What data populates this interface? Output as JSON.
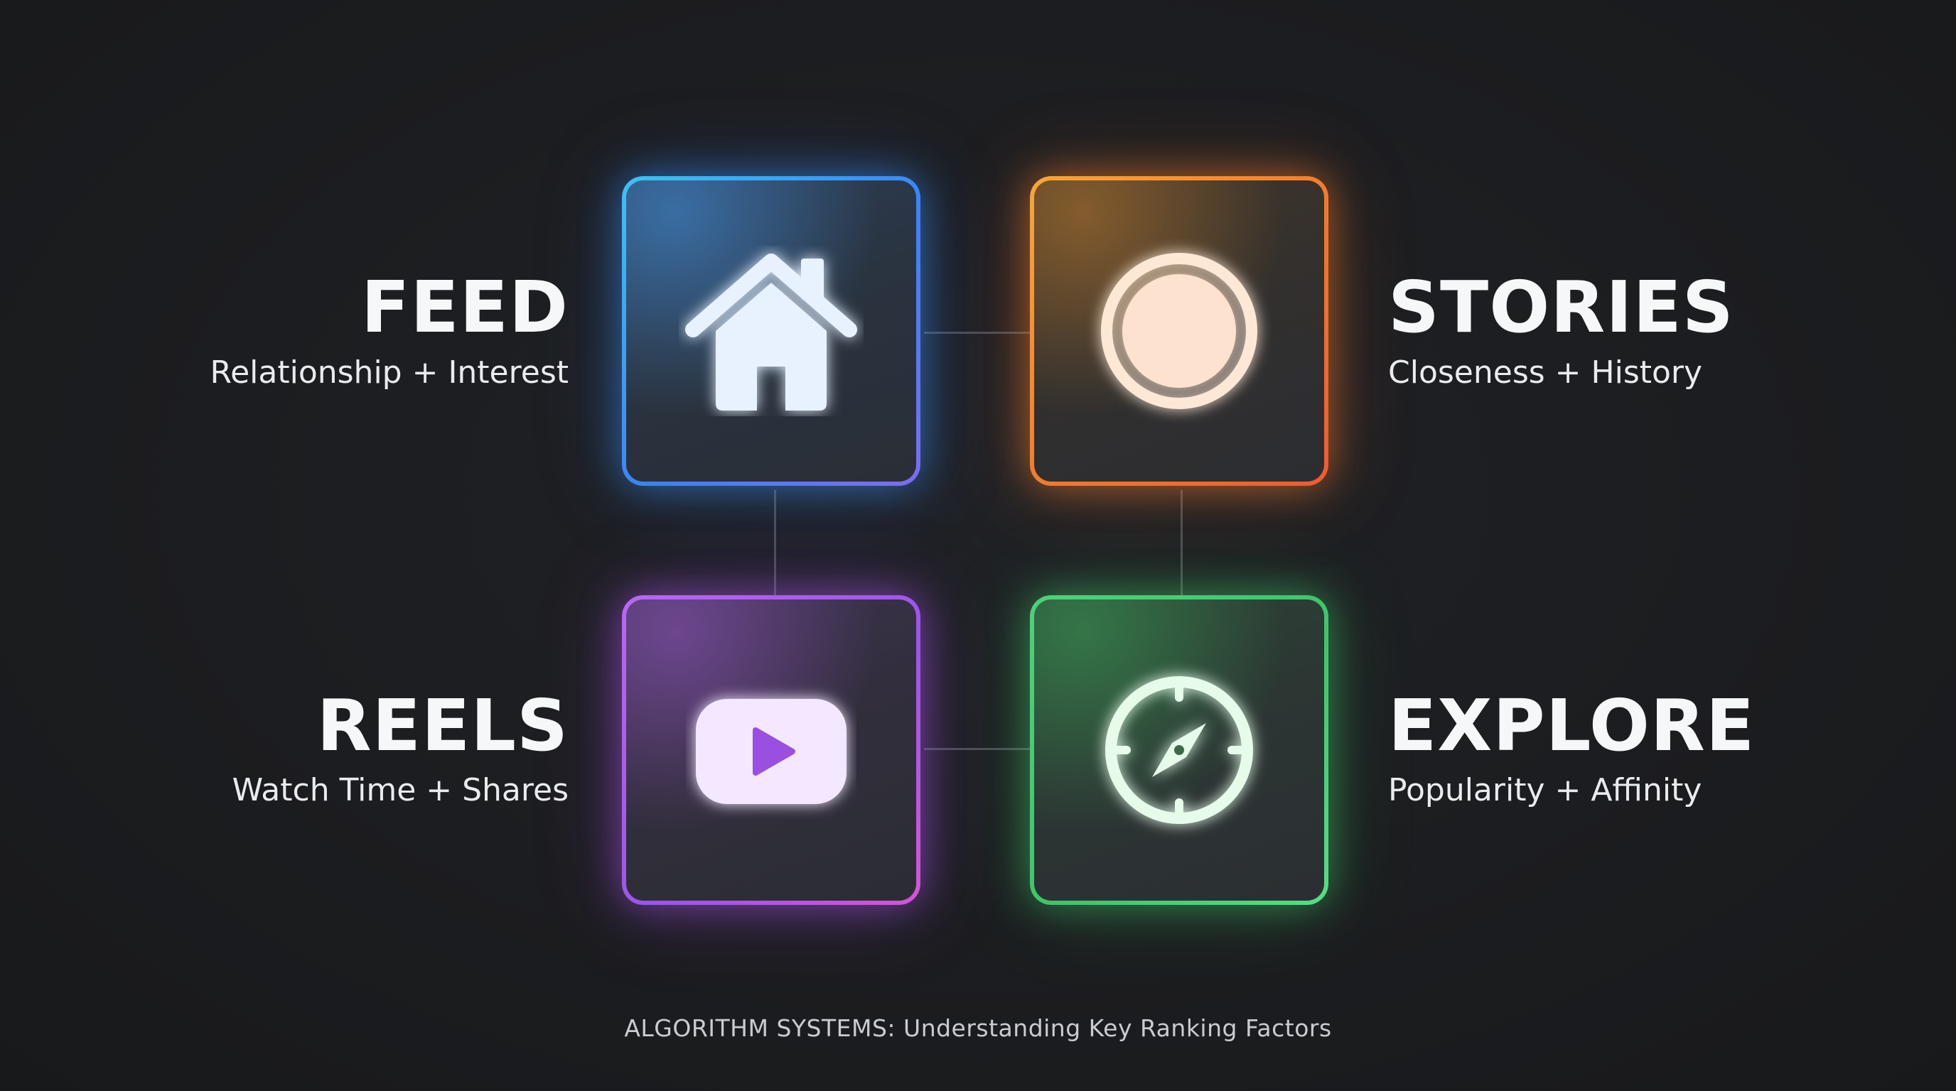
{
  "panels": [
    {
      "id": "feed",
      "title": "FEED",
      "subtitle": "Relationship + Interest",
      "icon": "home-icon",
      "accent": "#3b82f6"
    },
    {
      "id": "stories",
      "title": "STORIES",
      "subtitle": "Closeness + History",
      "icon": "circle-ring-icon",
      "accent": "#f3782a"
    },
    {
      "id": "reels",
      "title": "REELS",
      "subtitle": "Watch Time + Shares",
      "icon": "play-button-icon",
      "accent": "#a855f7"
    },
    {
      "id": "explore",
      "title": "EXPLORE",
      "subtitle": "Popularity + Affinity",
      "icon": "compass-icon",
      "accent": "#3cc56a"
    }
  ],
  "caption": "ALGORITHM SYSTEMS: Understanding Key Ranking Factors",
  "colors": {
    "background": "#1b1c1f",
    "connector": "#4b4f57",
    "feed_border": "#3b82f6",
    "stories_border": "#f3782a",
    "reels_border": "#a855f7",
    "explore_border": "#3cc56a"
  }
}
